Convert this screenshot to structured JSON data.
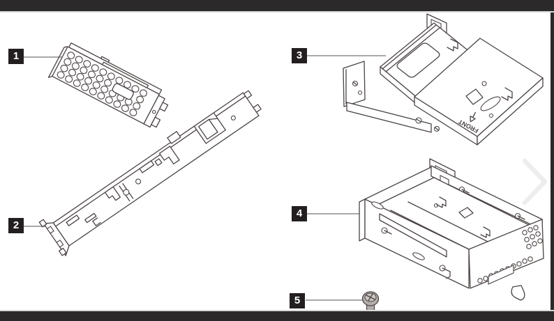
{
  "figure": {
    "type": "exploded-parts-diagram",
    "front_label": "FRONT",
    "line_color": "#4a4443",
    "leader_line_color": "#a8a8a8",
    "callout_box_color": "#231f20",
    "callout_number_color": "#ffffff",
    "callouts": [
      {
        "number": "1",
        "part": "perforated-emc-shield"
      },
      {
        "number": "2",
        "part": "long-mounting-bracket"
      },
      {
        "number": "3",
        "part": "drive-tray-assembly"
      },
      {
        "number": "4",
        "part": "drive-cage"
      },
      {
        "number": "5",
        "part": "screw"
      }
    ]
  },
  "chrome": {
    "top_bar_color": "#2b292a",
    "bottom_bar_color": "#2b292a",
    "right_edge_color": "#2b292a",
    "separator_color": "#d9d9d9"
  },
  "nav": {
    "next_icon": "chevron-right",
    "next_icon_color": "#ededed"
  }
}
